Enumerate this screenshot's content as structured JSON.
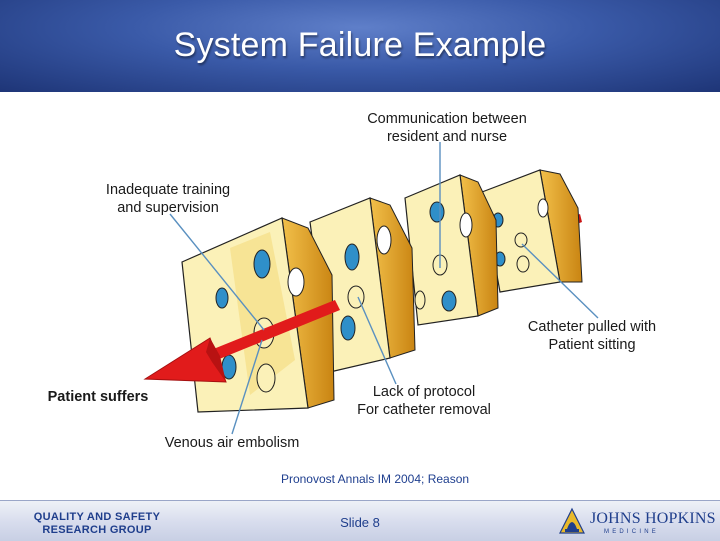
{
  "title": "System Failure Example",
  "labels": {
    "communication": "Communication between\nresident and nurse",
    "inadequate": "Inadequate training\nand supervision",
    "catheter": "Catheter pulled with\nPatient sitting",
    "lack": "Lack of protocol\nFor catheter removal",
    "venous": "Venous air embolism",
    "patient": "Patient suffers"
  },
  "citation": "Pronovost Annals IM 2004; Reason",
  "footer": {
    "group": "QUALITY AND SAFETY\nRESEARCH GROUP",
    "slide": "Slide 8",
    "logo_text": "JOHNS HOPKINS",
    "logo_sub": "MEDICINE"
  },
  "colors": {
    "title_bg": "#2c4a97",
    "cheese": "#fbf1b8",
    "cheese_side": "#e0a52a",
    "hole": "#2f8fc9",
    "arrow": "#e11b1b",
    "pointer": "#5a90c0"
  }
}
